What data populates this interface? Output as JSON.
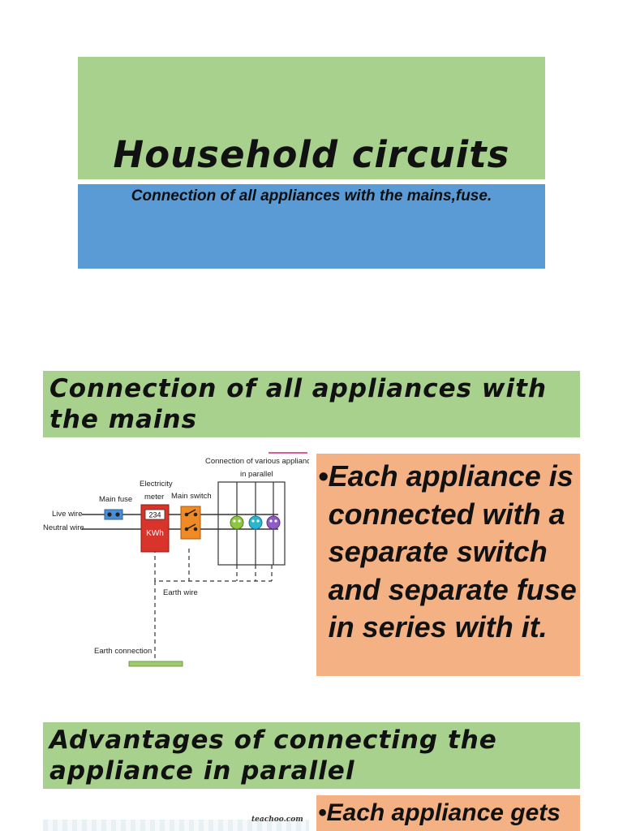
{
  "slide1": {
    "title": "Household circuits",
    "subtitle": "Connection of all appliances with the mains,fuse."
  },
  "slide2": {
    "heading": "Connection of all appliances with the mains",
    "bullet_mark": "•",
    "bullet": "Each appliance is connected with a separate switch and separate fuse in series with it.",
    "diagram": {
      "label_connection": "Connection of various appliances",
      "label_in_parallel": "in parallel",
      "label_electricity": "Electricity",
      "label_meter": "meter",
      "label_main_fuse": "Main fuse",
      "label_main_switch": "Main switch",
      "label_live_wire": "Live wire",
      "label_neutral_wire": "Neutral wire",
      "meter_reading": "234",
      "meter_unit": "KWh",
      "label_earth_wire": "Earth wire",
      "label_earth_connection": "Earth connection"
    }
  },
  "slide3": {
    "heading": "Advantages of connecting the appliance in parallel",
    "bullet_mark": "•",
    "bullet": "Each appliance gets",
    "watermark": "teachoo.com"
  },
  "colors": {
    "title_green": "#a9d18e",
    "subtitle_blue": "#5b9bd5",
    "box_orange": "#f4b183",
    "meter_red": "#d9342b",
    "fuse_blue": "#4a8fd6",
    "switch_orange": "#f08a24",
    "appliance_green": "#8ec63f",
    "appliance_teal": "#2ab5d0",
    "appliance_purple": "#8e5cc4"
  }
}
